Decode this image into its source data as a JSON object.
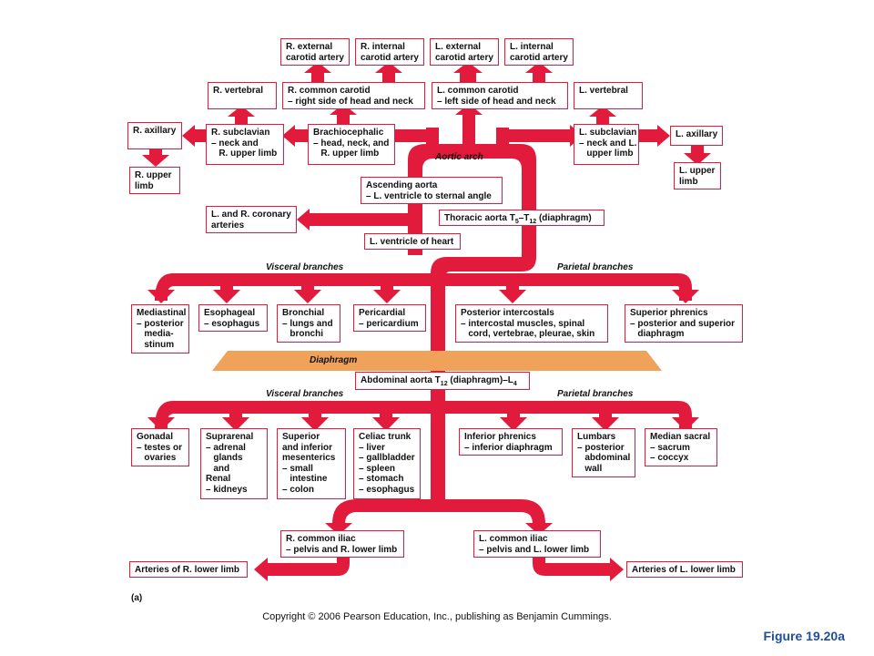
{
  "colors": {
    "artery": "#e21b3c",
    "box_border": "#e21b3c",
    "diaphragm": "#f0a15a",
    "figure_label": "#1f4e9a"
  },
  "labels": {
    "aortic_arch": "Aortic arch",
    "visceral_upper": "Visceral branches",
    "parietal_upper": "Parietal branches",
    "diaphragm": "Diaphragm",
    "visceral_lower": "Visceral branches",
    "parietal_lower": "Parietal branches",
    "panel": "(a)"
  },
  "boxes": {
    "r_external_carotid": "R. external\ncarotid artery",
    "r_internal_carotid": "R. internal\ncarotid artery",
    "l_external_carotid": "L. external\ncarotid artery",
    "l_internal_carotid": "L. internal\ncarotid artery",
    "r_vertebral": "R. vertebral",
    "r_common_carotid": "R. common carotid\n– right side of head and neck",
    "l_common_carotid": "L. common carotid\n– left side of head and neck",
    "l_vertebral": "L. vertebral",
    "r_axillary": "R. axillary",
    "r_subclavian": "R. subclavian\n– neck and\n   R. upper limb",
    "brachiocephalic": "Brachiocephalic\n– head, neck, and\n   R. upper limb",
    "l_subclavian": "L. subclavian\n– neck and L.\n   upper limb",
    "l_axillary": "L. axillary",
    "r_upper_limb": "R. upper\nlimb",
    "l_upper_limb": "L. upper\nlimb",
    "ascending_aorta": "Ascending aorta\n– L. ventricle to sternal angle",
    "coronary": "L. and R. coronary\narteries",
    "thoracic_aorta": "Thoracic aorta T5–T12 (diaphragm)",
    "l_ventricle": "L. ventricle of heart",
    "mediastinal": "Mediastinal\n– posterior\n   media-\n   stinum",
    "esophageal": "Esophageal\n– esophagus",
    "bronchial": "Bronchial\n– lungs and\n   bronchi",
    "pericardial": "Pericardial\n– pericardium",
    "posterior_intercostals": "Posterior intercostals\n– intercostal muscles, spinal\n   cord, vertebrae, pleurae, skin",
    "superior_phrenics": "Superior phrenics\n– posterior and superior\n   diaphragm",
    "abdominal_aorta": "Abdominal aorta T12 (diaphragm)–L4",
    "gonadal": "Gonadal\n– testes or\n   ovaries",
    "suprarenal": "Suprarenal\n– adrenal\n   glands\n   and\nRenal\n– kidneys",
    "superior_inferior_mesenterics": "Superior\nand inferior\nmesenterics\n– small\n   intestine\n– colon",
    "celiac_trunk": "Celiac trunk\n– liver\n– gallbladder\n– spleen\n– stomach\n– esophagus",
    "inferior_phrenics": "Inferior phrenics\n– inferior diaphragm",
    "lumbars": "Lumbars\n– posterior\n   abdominal\n   wall",
    "median_sacral": "Median sacral\n– sacrum\n– coccyx",
    "r_common_iliac": "R. common iliac\n– pelvis and R. lower limb",
    "l_common_iliac": "L. common iliac\n– pelvis and L. lower limb",
    "r_lower_limb": "Arteries of R. lower limb",
    "l_lower_limb": "Arteries of L. lower limb"
  },
  "copyright": "Copyright © 2006 Pearson Education, Inc., publishing as Benjamin Cummings.",
  "figure_number": "Figure 19.20a"
}
